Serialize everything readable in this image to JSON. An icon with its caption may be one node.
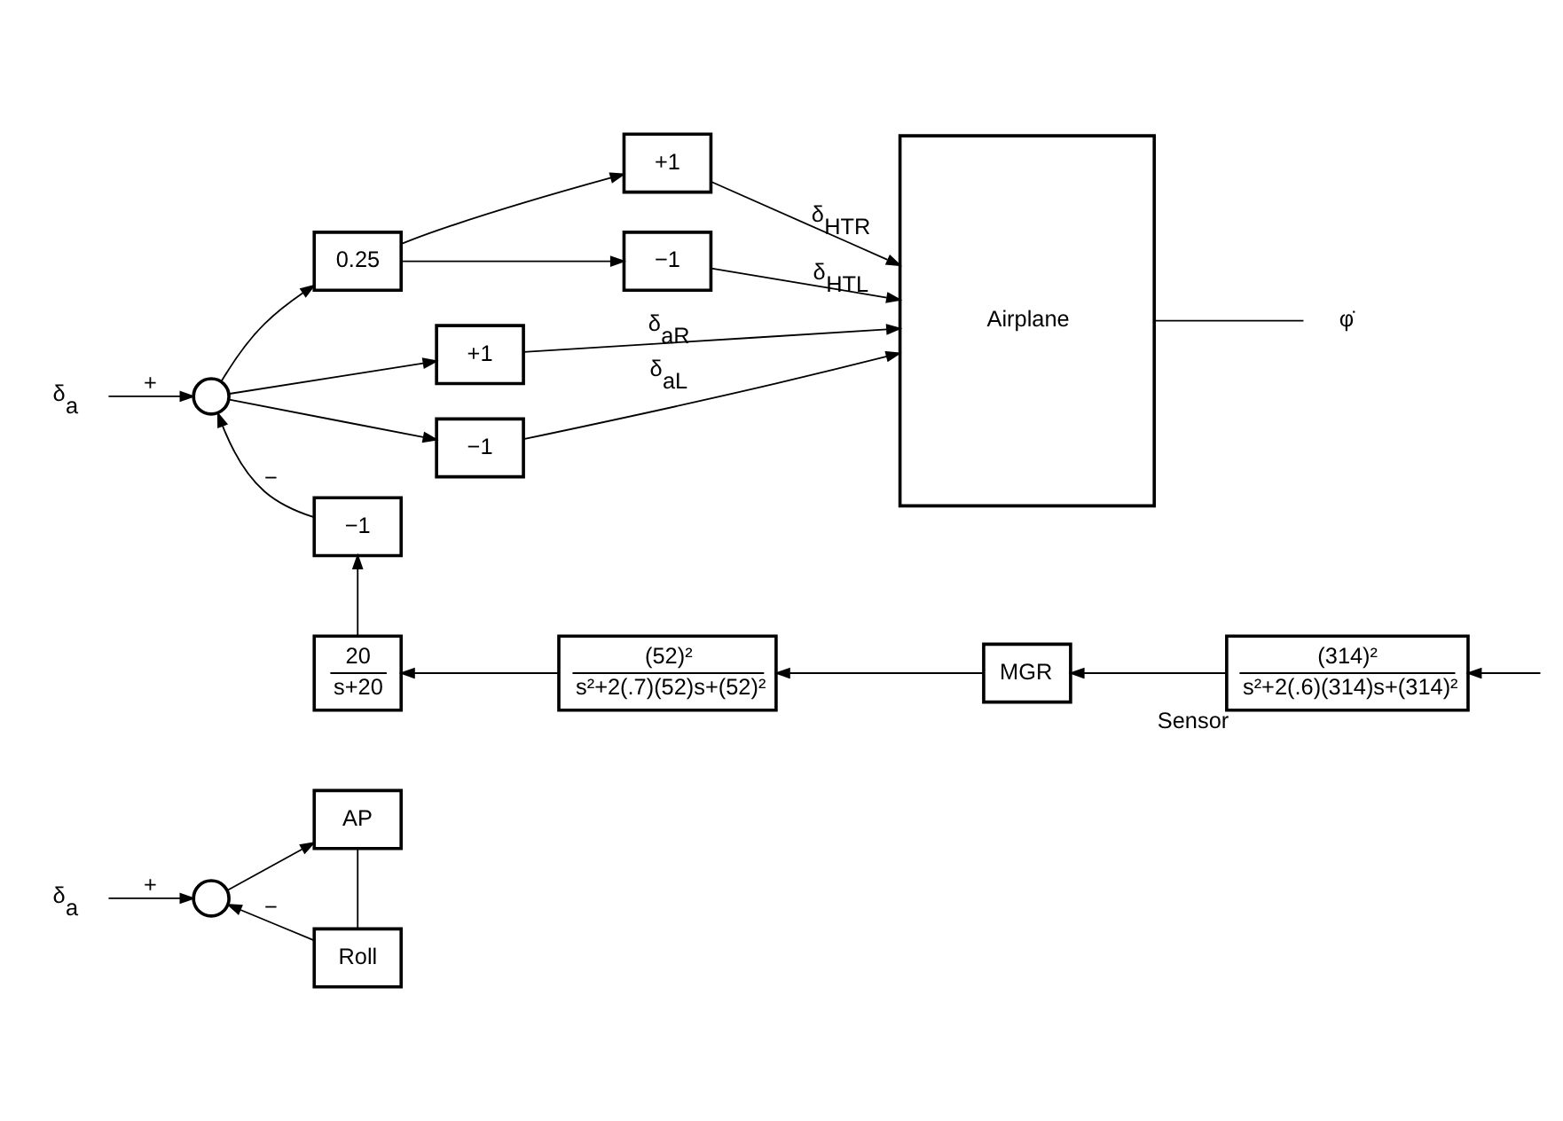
{
  "diagram": {
    "nodes": [
      {
        "text": [
          "δ$_{a}$"
        ]
      },
      {
        "text": [],
        "shape": "circle"
      },
      {
        "text": [
          "0.25"
        ]
      },
      {
        "text": [
          "+1"
        ]
      },
      {
        "text": [
          "−1"
        ]
      },
      {
        "text": [
          "+1"
        ]
      },
      {
        "text": [
          "−1"
        ]
      },
      {
        "text": [
          "Airplane"
        ]
      },
      {
        "text": [
          "φ̇"
        ]
      },
      {
        "text": [
          "20",
          "s+20"
        ]
      },
      {
        "text": [
          "(52)²",
          "s²+2(.7)(52)s+(52)²"
        ]
      },
      {
        "text": [
          "MGR"
        ]
      },
      {
        "text": [
          "(314)²",
          "s²+2(.6)(314)s+(314)²"
        ],
        "beside": [
          "Sensor"
        ]
      },
      {
        "text": [
          "−1"
        ]
      },
      {
        "text": [
          "δ$_{a}$"
        ]
      },
      {
        "text": [],
        "shape": "circle"
      },
      {
        "text": [
          "AP"
        ]
      },
      {
        "text": [
          "Roll"
        ]
      }
    ],
    "edges": [
      {
        "from": 0,
        "to": 1,
        "arrow": "to",
        "label": "+"
      },
      {
        "from": 1,
        "to": 2,
        "arrow": "to"
      },
      {
        "from": 2,
        "to": 3,
        "arrow": "to"
      },
      {
        "from": 2,
        "to": 4,
        "arrow": "to"
      },
      {
        "from": 1,
        "to": 5,
        "arrow": "to"
      },
      {
        "from": 1,
        "to": 6,
        "arrow": "to"
      },
      {
        "from": 3,
        "to": 7,
        "arrow": "to",
        "label": "δ$_{HTR}$"
      },
      {
        "from": 4,
        "to": 7,
        "arrow": "to",
        "label": "δ$_{HTL}$"
      },
      {
        "from": 5,
        "to": 7,
        "arrow": "to",
        "label": "δ$_{aR}$"
      },
      {
        "from": 6,
        "to": 7,
        "arrow": "to",
        "label": "δ$_{aL}$"
      },
      {
        "from": 7,
        "to": 8,
        "arrow": "none"
      },
      {
        "from": null,
        "to": 12,
        "arrow": "to"
      },
      {
        "from": 12,
        "to": 11,
        "arrow": "to"
      },
      {
        "from": 11,
        "to": 10,
        "arrow": "to"
      },
      {
        "from": 10,
        "to": 9,
        "arrow": "to"
      },
      {
        "from": 9,
        "to": 13,
        "arrow": "to"
      },
      {
        "from": 13,
        "to": 1,
        "arrow": "to",
        "label": "−"
      },
      {
        "from": 14,
        "to": 15,
        "arrow": "to",
        "label": "+"
      },
      {
        "from": 15,
        "to": 16,
        "arrow": "to"
      },
      {
        "from": 16,
        "to": 17,
        "arrow": "none"
      },
      {
        "from": 17,
        "to": 15,
        "arrow": "to",
        "label": "−"
      }
    ]
  }
}
